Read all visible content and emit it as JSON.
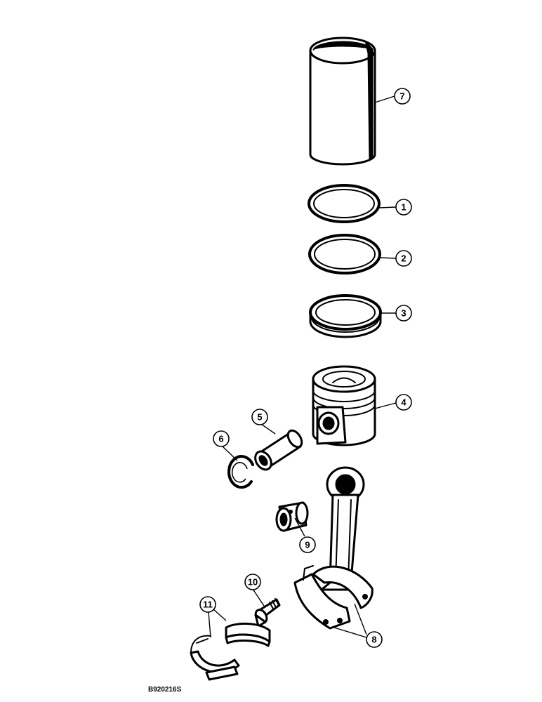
{
  "figure_id": "B920216S",
  "callouts": {
    "c1": "1",
    "c2": "2",
    "c3": "3",
    "c4": "4",
    "c5": "5",
    "c6": "6",
    "c7": "7",
    "c8": "8",
    "c9": "9",
    "c10": "10",
    "c11": "11"
  },
  "parts": [
    {
      "number": "1",
      "shape": "ring"
    },
    {
      "number": "2",
      "shape": "ring"
    },
    {
      "number": "3",
      "shape": "ring (stepped profile)"
    },
    {
      "number": "4",
      "shape": "piston"
    },
    {
      "number": "5",
      "shape": "piston pin"
    },
    {
      "number": "6",
      "shape": "retaining snap ring"
    },
    {
      "number": "7",
      "shape": "cylinder sleeve"
    },
    {
      "number": "8",
      "shape": "connecting rod with cap"
    },
    {
      "number": "9",
      "shape": "small-end bushing"
    },
    {
      "number": "10",
      "shape": "connecting rod bolt"
    },
    {
      "number": "11",
      "shape": "bearing shells"
    }
  ]
}
